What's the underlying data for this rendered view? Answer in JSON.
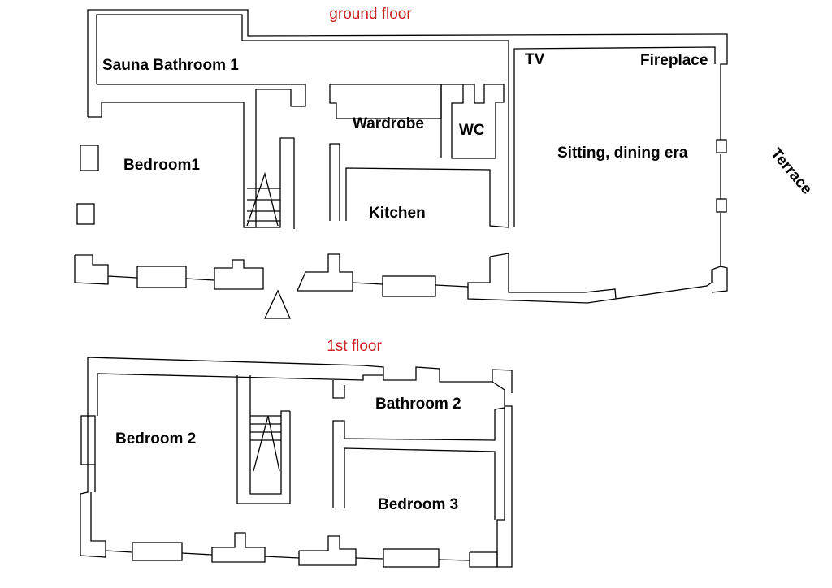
{
  "colors": {
    "floor_title": "#cc2222",
    "walls": "#000000",
    "labels": "#000000"
  },
  "ground_floor": {
    "title": "ground floor",
    "rooms": {
      "sauna_bathroom": "Sauna Bathroom 1",
      "tv": "TV",
      "fireplace": "Fireplace",
      "bedroom1": "Bedroom1",
      "wardrobe": "Wardrobe",
      "wc": "WC",
      "sitting_dining": "Sitting, dining era",
      "kitchen": "Kitchen"
    },
    "terrace": "Terrace"
  },
  "first_floor": {
    "title": "1st floor",
    "rooms": {
      "bathroom2": "Bathroom 2",
      "bedroom2": "Bedroom 2",
      "bedroom3": "Bedroom 3"
    }
  }
}
